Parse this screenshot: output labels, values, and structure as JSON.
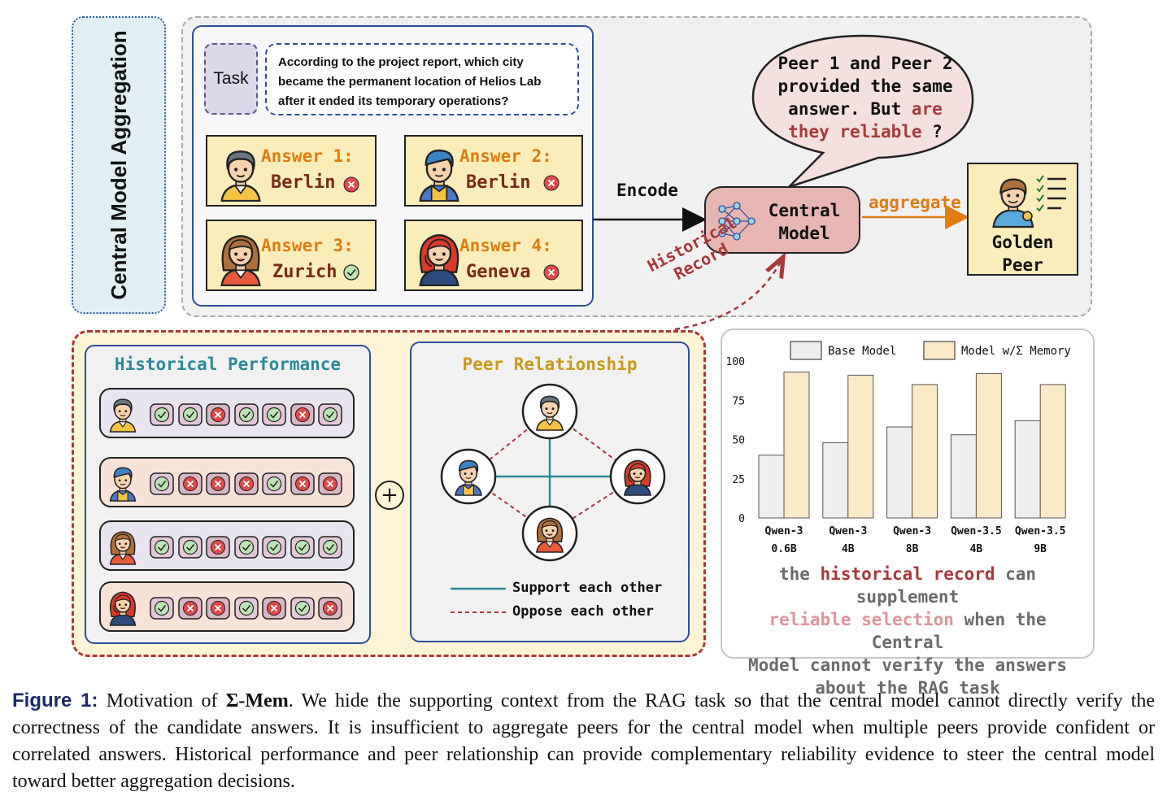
{
  "side_panel": {
    "title": "Central Model Aggregation"
  },
  "task": {
    "label": "Task",
    "question_lines": [
      "According to the project report, which city",
      "became the permanent location of Helios Lab",
      "after it ended its temporary operations?"
    ]
  },
  "answers": [
    {
      "title": "Answer 1:",
      "value": "Berlin",
      "status": "wrong"
    },
    {
      "title": "Answer 2:",
      "value": "Berlin",
      "status": "wrong"
    },
    {
      "title": "Answer 3:",
      "value": "Zurich",
      "status": "correct"
    },
    {
      "title": "Answer 4:",
      "value": "Geneva",
      "status": "wrong"
    }
  ],
  "encode_label": "Encode",
  "central_model": {
    "label_line1": "Central",
    "label_line2": "Model"
  },
  "aggregate_label": "aggregate",
  "golden_peer": {
    "label_line1": "Golden",
    "label_line2": "Peer"
  },
  "speech_bubble": {
    "line1": "Peer 1 and Peer 2",
    "line2": "provided the same",
    "line3_prefix": "answer. But ",
    "line3_highlight": "are",
    "line4_highlight": "they reliable",
    "line4_suffix": " ?",
    "highlight_color": "#a8393a"
  },
  "historical_record_label": {
    "line1": "Historical",
    "line2": "Record"
  },
  "historical_performance": {
    "title": "Historical Performance",
    "rows": [
      {
        "records": [
          "correct",
          "correct",
          "wrong",
          "correct",
          "correct",
          "wrong",
          "correct"
        ]
      },
      {
        "records": [
          "correct",
          "wrong",
          "wrong",
          "wrong",
          "correct",
          "wrong",
          "wrong"
        ]
      },
      {
        "records": [
          "correct",
          "correct",
          "wrong",
          "correct",
          "correct",
          "correct",
          "correct"
        ]
      },
      {
        "records": [
          "correct",
          "wrong",
          "wrong",
          "correct",
          "wrong",
          "correct",
          "wrong"
        ]
      }
    ]
  },
  "plus_symbol": "+",
  "peer_relationship": {
    "title": "Peer Relationship",
    "legend_support": "Support each other",
    "legend_oppose": "Oppose each other"
  },
  "chart_data": {
    "type": "bar",
    "categories": [
      [
        "Qwen-3",
        "0.6B"
      ],
      [
        "Qwen-3",
        "4B"
      ],
      [
        "Qwen-3",
        "8B"
      ],
      [
        "Qwen-3.5",
        "4B"
      ],
      [
        "Qwen-3.5",
        "9B"
      ]
    ],
    "series": [
      {
        "name": "Base Model",
        "values": [
          40,
          48,
          58,
          53,
          62
        ],
        "color": "#eeeeee"
      },
      {
        "name": "Model w/Σ Memory",
        "values": [
          93,
          91,
          85,
          92,
          85
        ],
        "color": "#faeac7"
      }
    ],
    "yticks": [
      0,
      25,
      50,
      75,
      100
    ],
    "ylim": [
      0,
      100
    ],
    "legend_placement": "top"
  },
  "chart_note": {
    "part1": "the ",
    "part2": "historical record",
    "part3": " can supplement",
    "part4": "reliable selection",
    "part5": " when the Central",
    "part6": "Model cannot verify the answers",
    "part7": "about the RAG task",
    "color_dark": "#a8393a",
    "color_light": "#e0959a"
  },
  "caption": {
    "fig_label": "Figure 1:",
    "text1": " Motivation of ",
    "method": "Σ-Mem",
    "text2": ". We hide the supporting context from the RAG task so that the central model cannot directly verify the correctness of the candidate answers. It is insufficient to aggregate peers for the central model when multiple peers provide confident or correlated answers. Historical performance and peer relationship can provide complementary reliability evidence to steer the central model toward better aggregation decisions."
  }
}
